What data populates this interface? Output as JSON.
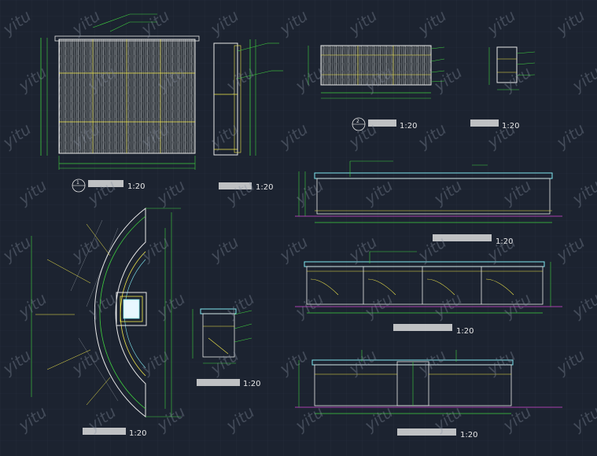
{
  "watermark": "yitu",
  "colors": {
    "background": "#1c2330",
    "grid": "#28303f",
    "white_line": "#e8e8e8",
    "green_line": "#3fd13f",
    "yellow_line": "#f2e84a",
    "cyan_line": "#7fe7f0",
    "magenta_line": "#d84ad8",
    "dim_line": "#cfd6dd"
  },
  "captions": {
    "wardrobe_elevation_scale": "1:20",
    "wardrobe_section_scale": "1:20",
    "cabinet_elevation_scale": "1:20",
    "cabinet_section_scale": "1:20",
    "counter_front_scale": "1:20",
    "counter_plan_scale": "1:20",
    "counter_back_scale": "1:20",
    "counter_section_scale": "1:20",
    "counter_side_scale": "1:20"
  },
  "detail_markers": {
    "wardrobe_elevation": "1",
    "cabinet_elevation": "2"
  }
}
